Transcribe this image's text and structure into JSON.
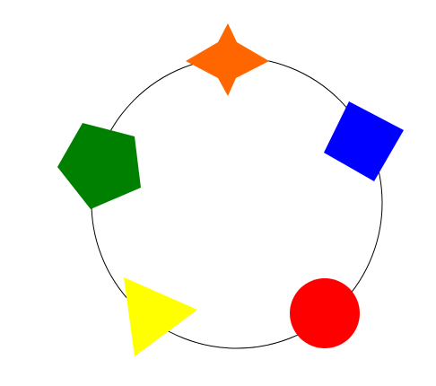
{
  "diagram": {
    "ring": {
      "stroke": "#000000",
      "fill": "none"
    },
    "shapes": [
      {
        "name": "star-icon",
        "kind": "hexagram",
        "color": "#ff6600"
      },
      {
        "name": "square-icon",
        "kind": "square",
        "color": "#0000ff"
      },
      {
        "name": "pentagon-icon",
        "kind": "pentagon",
        "color": "#008000"
      },
      {
        "name": "triangle-icon",
        "kind": "triangle",
        "color": "#ffff00"
      },
      {
        "name": "circle-icon",
        "kind": "circle",
        "color": "#ff0000"
      }
    ]
  }
}
